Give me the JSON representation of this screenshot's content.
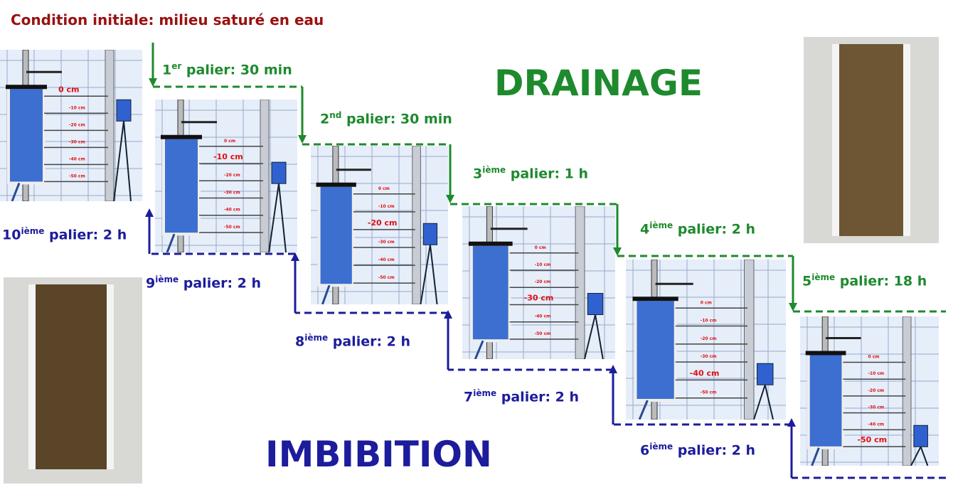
{
  "title": "Condition initiale: milieu saturé en eau",
  "drainage": "DRAINAGE",
  "imbibition": "IMBIBITION",
  "steps": [
    {
      "num": "1",
      "sup": "er",
      "text": " palier: 30 min"
    },
    {
      "num": "2",
      "sup": "nd",
      "text": " palier: 30 min"
    },
    {
      "num": "3",
      "sup": "ième",
      "text": " palier: 1 h"
    },
    {
      "num": "4",
      "sup": "ième",
      "text": " palier: 2 h"
    },
    {
      "num": "5",
      "sup": "ième",
      "text": " palier: 18 h"
    },
    {
      "num": "6",
      "sup": "ième",
      "text": " palier: 2 h"
    },
    {
      "num": "7",
      "sup": "ième",
      "text": " palier: 2 h"
    },
    {
      "num": "8",
      "sup": "ième",
      "text": " palier: 2 h"
    },
    {
      "num": "9",
      "sup": "ième",
      "text": " palier: 2 h"
    },
    {
      "num": "10",
      "sup": "ième",
      "text": " palier: 2 h"
    }
  ],
  "depth_labels": [
    "0 cm",
    "-10 cm",
    "-20 cm",
    "-30 cm",
    "-40 cm",
    "-50 cm"
  ],
  "panels": [
    {
      "level": 0
    },
    {
      "level": 1
    },
    {
      "level": 2
    },
    {
      "level": 3
    },
    {
      "level": 4
    },
    {
      "level": 5
    }
  ],
  "colors": {
    "drainage": "#1e8a2e",
    "imbibition": "#1c1c9c",
    "title": "#9a1010",
    "label": "#e01010"
  }
}
